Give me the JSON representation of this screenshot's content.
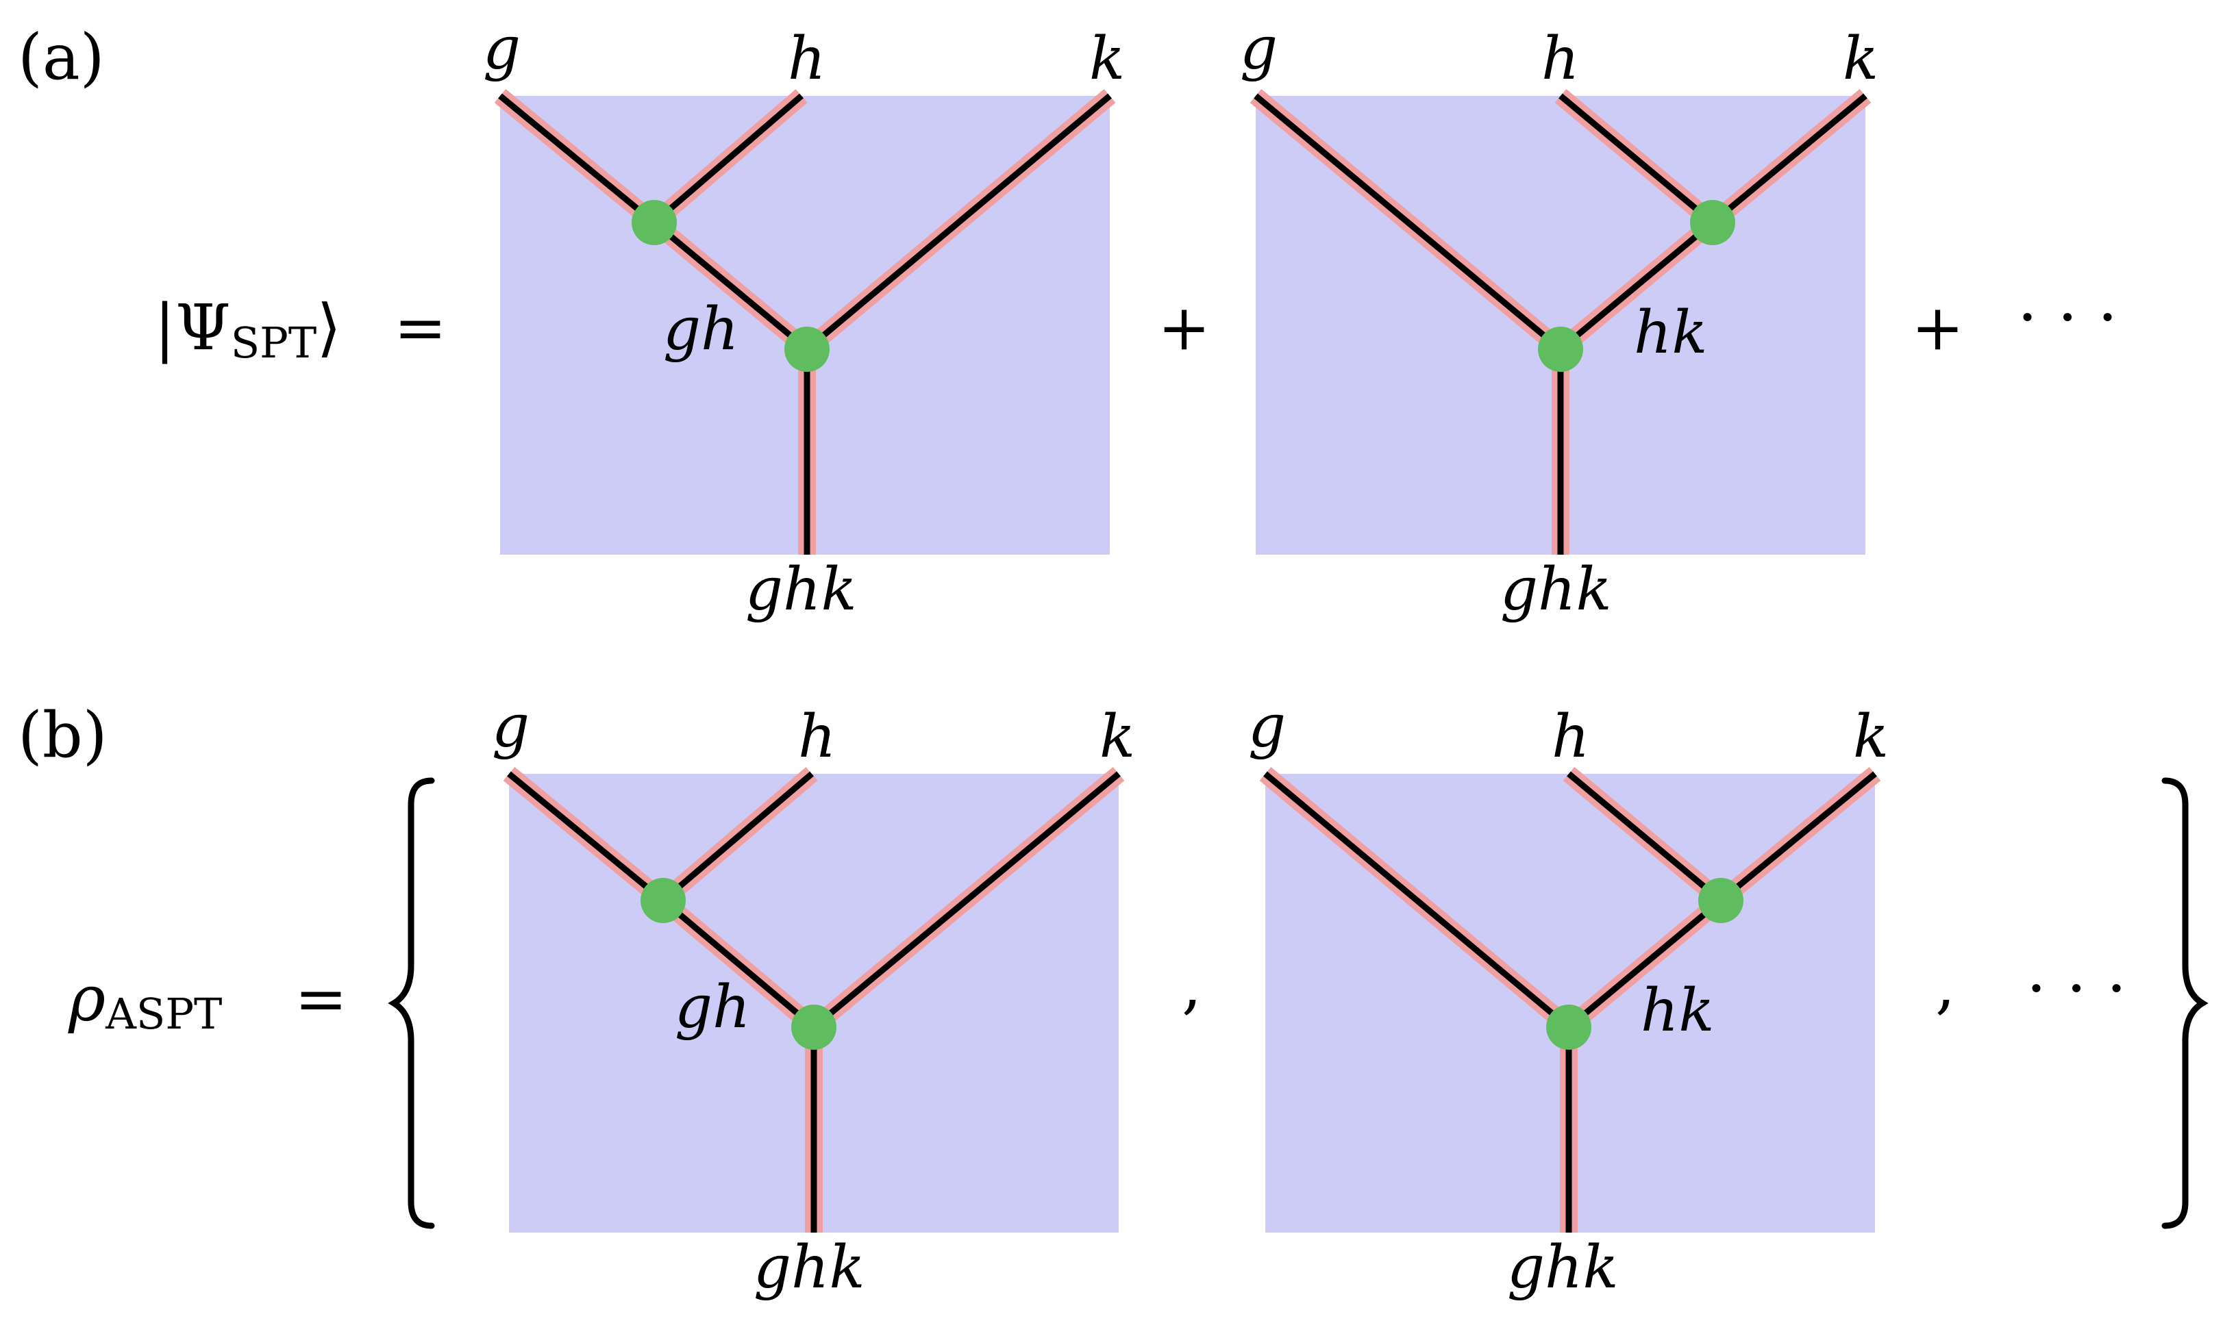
{
  "panels": [
    {
      "label": "(a)",
      "lhs_symbol": "|Ψ",
      "lhs_subscript": "SPT",
      "lhs_close": "⟩",
      "equals": "=",
      "separator": "+",
      "trailing_separator": "+",
      "ellipsis": "· · ·",
      "braces": false,
      "diagrams": [
        {
          "top_labels": [
            "g",
            "h",
            "k"
          ],
          "inner_label": "gh",
          "bottom_label": "ghk",
          "fusion": "left"
        },
        {
          "top_labels": [
            "g",
            "h",
            "k"
          ],
          "inner_label": "hk",
          "bottom_label": "ghk",
          "fusion": "right"
        }
      ]
    },
    {
      "label": "(b)",
      "lhs_symbol": "ρ",
      "lhs_subscript": "ASPT",
      "lhs_close": "",
      "equals": "=",
      "separator": ",",
      "trailing_separator": ",",
      "ellipsis": "· · ·",
      "braces": true,
      "diagrams": [
        {
          "top_labels": [
            "g",
            "h",
            "k"
          ],
          "inner_label": "gh",
          "bottom_label": "ghk",
          "fusion": "left"
        },
        {
          "top_labels": [
            "g",
            "h",
            "k"
          ],
          "inner_label": "hk",
          "bottom_label": "ghk",
          "fusion": "right"
        }
      ]
    }
  ],
  "colors": {
    "background_rect": "#ccccf7",
    "line_highlight": "#f0a0a0",
    "line": "#000000",
    "node": "#5fbd5f"
  }
}
